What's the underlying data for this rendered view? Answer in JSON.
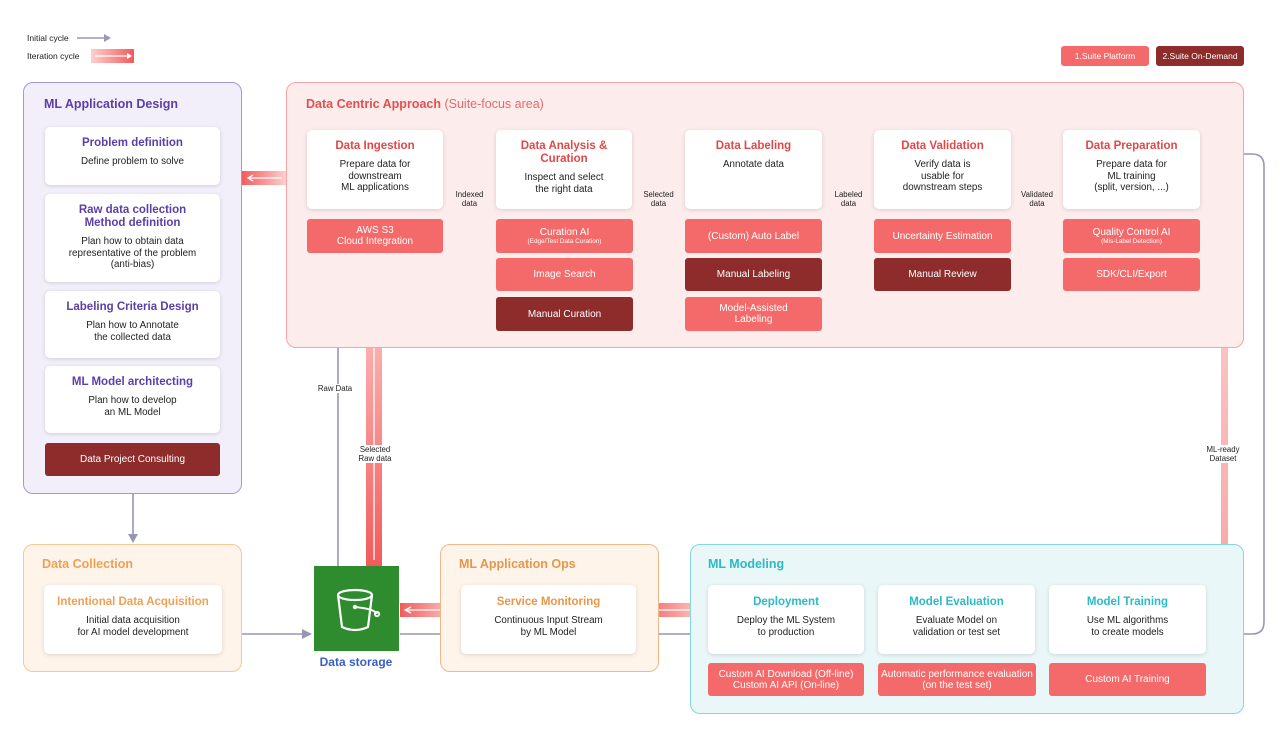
{
  "legend": {
    "initial_cycle": "Initial cycle",
    "iteration_cycle": "Iteration cycle",
    "suite_platform": "1.Suite Platform",
    "suite_on_demand": "2.Suite On-Demand"
  },
  "colors": {
    "purple_accent": "#5b3fa8",
    "coral_light": "#f46a6a",
    "maroon_dark": "#8e2c2c",
    "orange_accent": "#f0a054",
    "teal_accent": "#2cbac4",
    "green_storage": "#2e8b2e",
    "storage_label": "#3a5fc4"
  },
  "ml_design": {
    "title": "ML Application Design",
    "cards": [
      {
        "title": "Problem definition",
        "desc": "Define problem to solve"
      },
      {
        "title": "Raw data collection\nMethod definition",
        "desc": "Plan how to obtain data\nrepresentative of the problem\n(anti-bias)"
      },
      {
        "title": "Labeling Criteria Design",
        "desc": "Plan how to Annotate\nthe collected data"
      },
      {
        "title": "ML Model architecting",
        "desc": "Plan how to develop\nan ML Model"
      }
    ],
    "button": "Data Project Consulting"
  },
  "data_centric": {
    "title": "Data Centric Approach",
    "subtitle": "(Suite-focus area)",
    "stages": [
      {
        "title": "Data Ingestion",
        "desc": "Prepare data for\ndownstream\nML applications"
      },
      {
        "title": "Data Analysis &\nCuration",
        "desc": "Inspect and select\nthe right data"
      },
      {
        "title": "Data Labeling",
        "desc": "Annotate data"
      },
      {
        "title": "Data Validation",
        "desc": "Verify data is\nusable for\ndownstream steps"
      },
      {
        "title": "Data Preparation",
        "desc": "Prepare data for\nML training\n(split, version, ...)"
      }
    ],
    "flows": [
      "Indexed\ndata",
      "Selected\ndata",
      "Labeled\ndata",
      "Validated\ndata"
    ],
    "buttons": {
      "aws": "AWS S3\nCloud Integration",
      "curation_ai": "Curation AI",
      "curation_ai_sub": "(Edge/Test Data Curation)",
      "image_search": "Image Search",
      "manual_curation": "Manual Curation",
      "auto_label": "(Custom) Auto Label",
      "manual_labeling": "Manual Labeling",
      "model_assisted": "Model-Assisted\nLabeling",
      "uncertainty": "Uncertainty Estimation",
      "manual_review": "Manual Review",
      "qc_ai": "Quality Control AI",
      "qc_ai_sub": "(Mis-Label Detection)",
      "sdk": "SDK/CLI/Export"
    }
  },
  "flow_labels": {
    "raw_data": "Raw Data",
    "selected_raw": "Selected\nRaw data",
    "ml_ready": "ML-ready\nDataset"
  },
  "data_collection": {
    "title": "Data Collection",
    "card_title": "Intentional Data Acquisition",
    "card_desc": "Initial data acquisition\nfor AI model development"
  },
  "storage": {
    "label": "Data storage",
    "icon": "bucket-icon"
  },
  "ml_ops": {
    "title": "ML Application Ops",
    "card_title": "Service Monitoring",
    "card_desc": "Continuous Input Stream\nby ML Model"
  },
  "ml_modeling": {
    "title": "ML Modeling",
    "cards": [
      {
        "title": "Deployment",
        "desc": "Deploy the  ML System\nto production"
      },
      {
        "title": "Model Evaluation",
        "desc": "Evaluate Model on\nvalidation or test set"
      },
      {
        "title": "Model Training",
        "desc": "Use ML algorithms\nto create models"
      }
    ],
    "buttons": [
      "Custom AI Download (Off-line)\nCustom AI API (On-line)",
      "Automatic performance evaluation\n(on the test set)",
      "Custom AI Training"
    ]
  }
}
